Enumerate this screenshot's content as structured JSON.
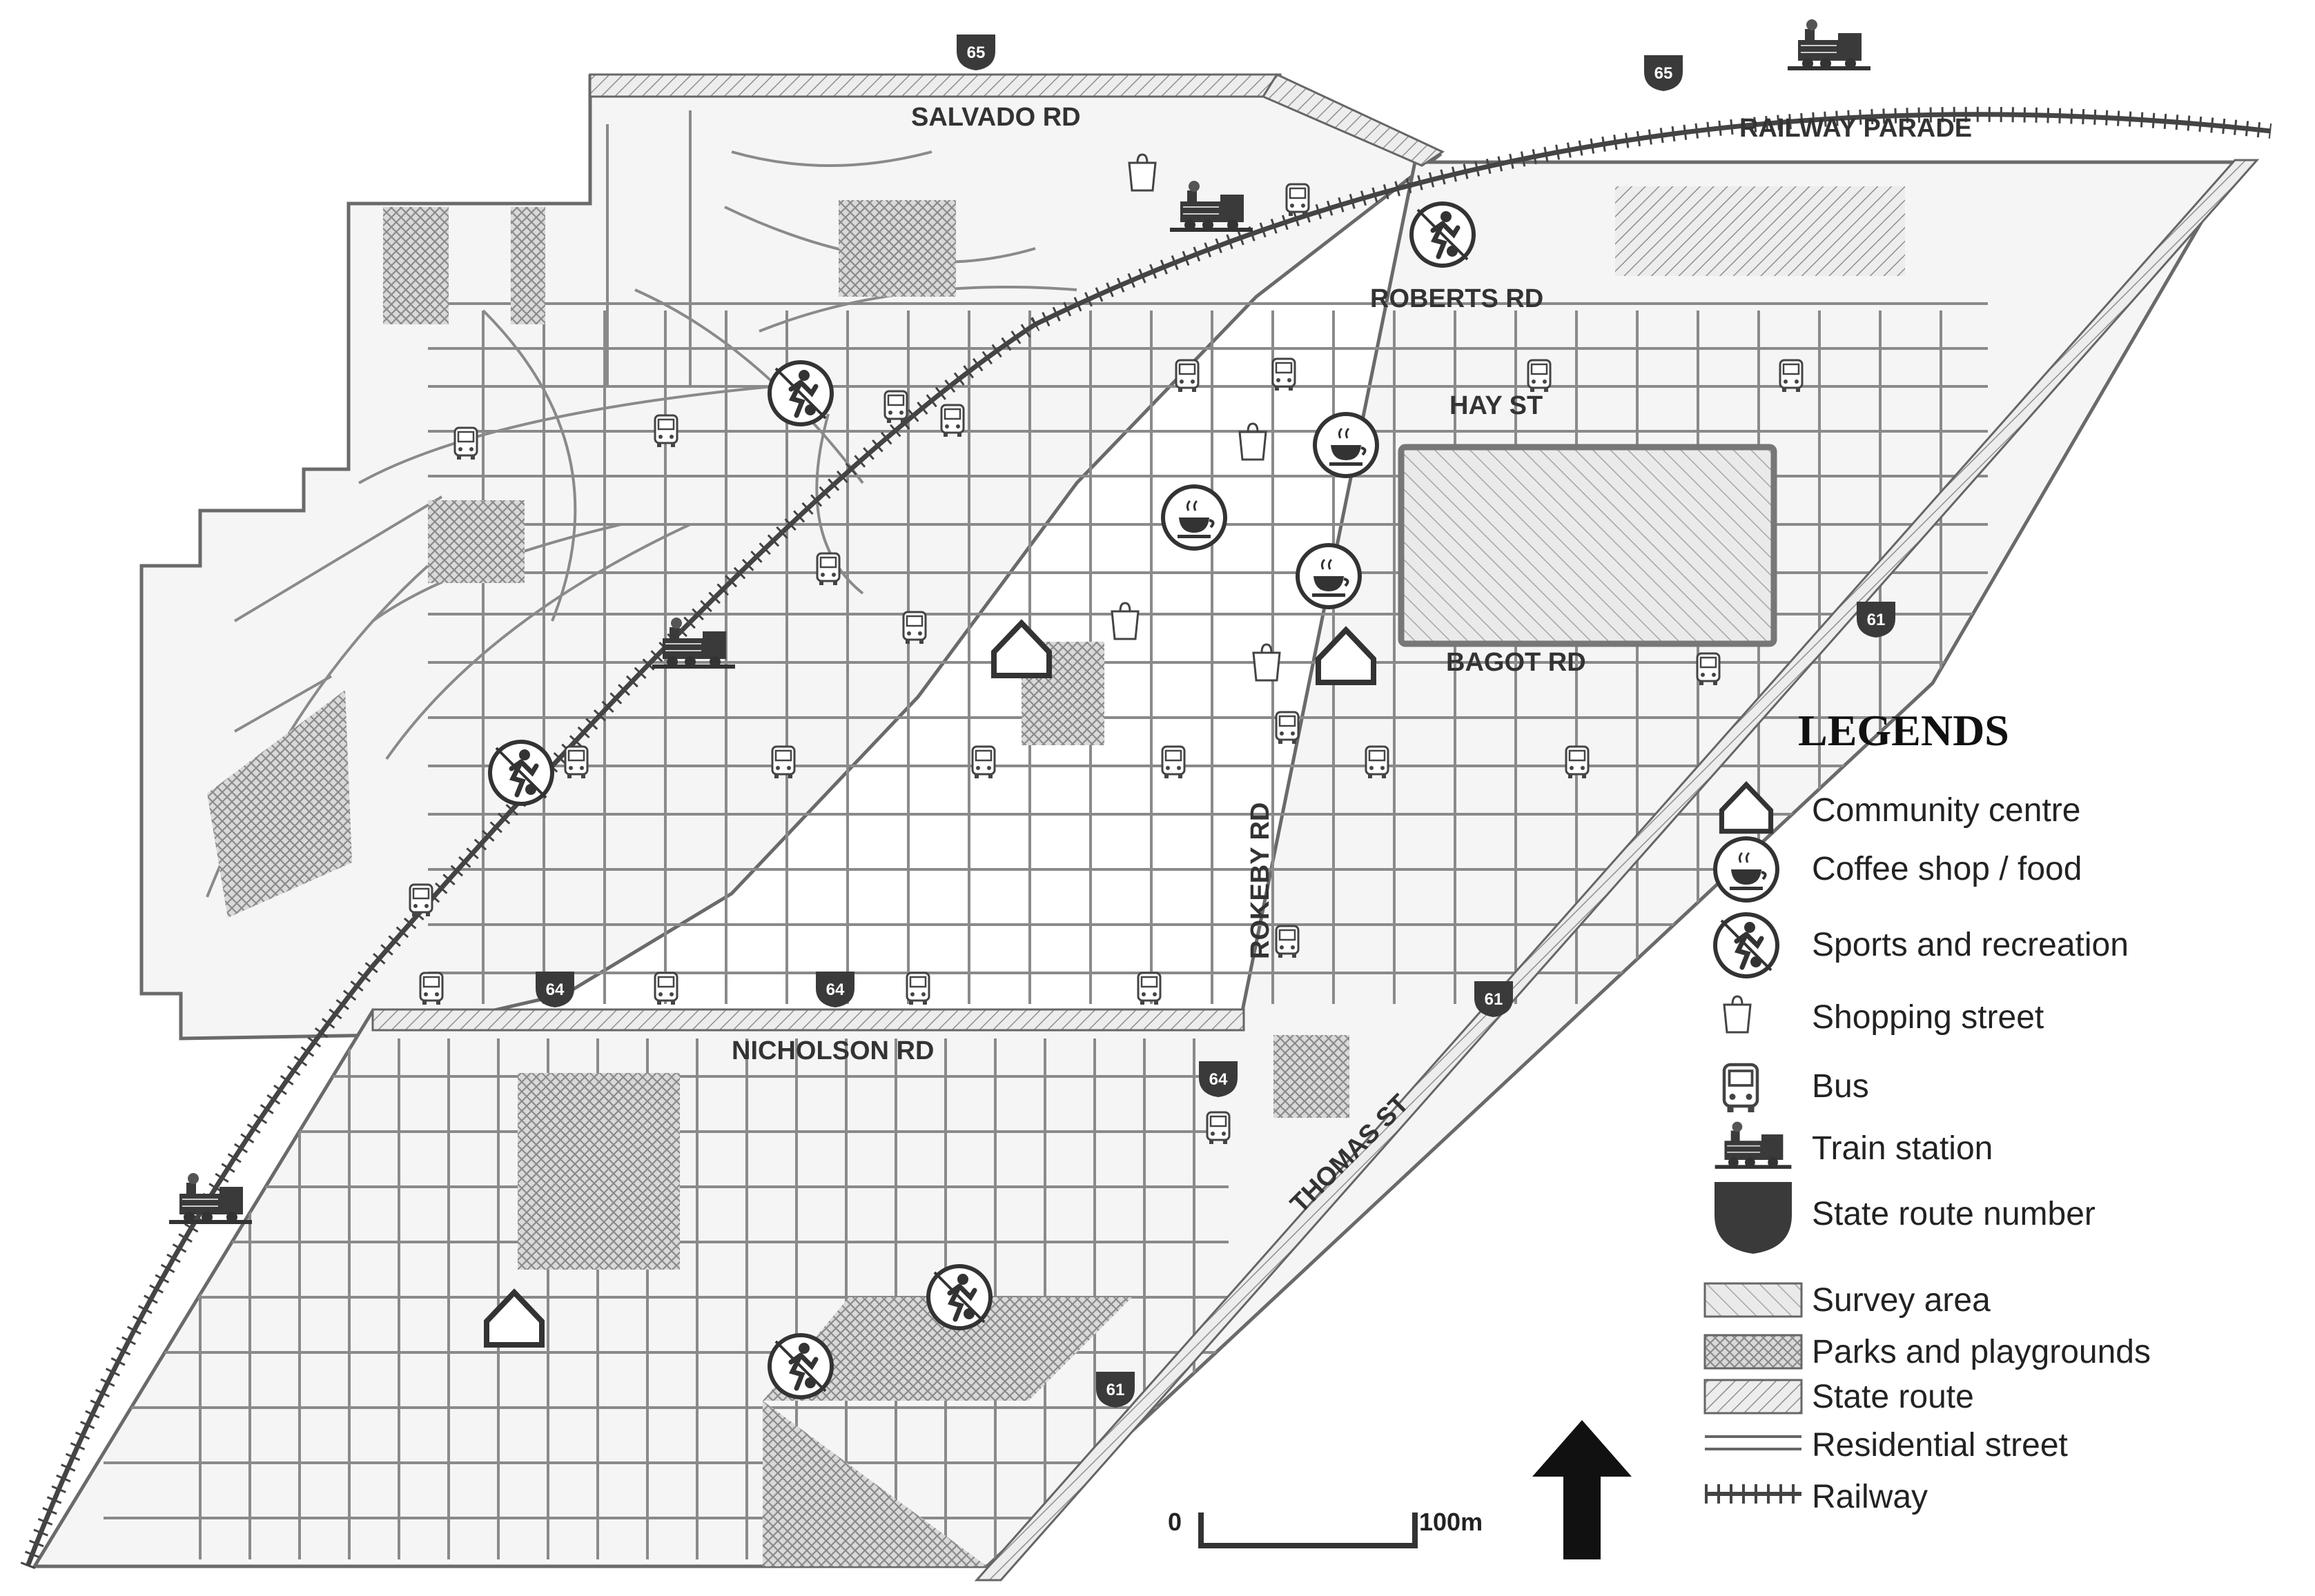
{
  "roads": {
    "salvado": "SALVADO RD",
    "railway_parade": "RAILWAY PARADE",
    "roberts": "ROBERTS RD",
    "hay": "HAY ST",
    "bagot": "BAGOT RD",
    "rokeby": "ROKEBY RD",
    "nicholson": "NICHOLSON RD",
    "thomas": "THOMAS ST"
  },
  "route_numbers": {
    "r65": "65",
    "r64": "64",
    "r61": "61"
  },
  "legend": {
    "title": "LEGENDS",
    "items": [
      {
        "label": "Community centre",
        "icon": "community-centre-icon"
      },
      {
        "label": "Coffee shop / food",
        "icon": "coffee-icon"
      },
      {
        "label": "Sports and recreation",
        "icon": "sports-icon"
      },
      {
        "label": "Shopping street",
        "icon": "shopping-bag-icon"
      },
      {
        "label": "Bus",
        "icon": "bus-icon"
      },
      {
        "label": "Train station",
        "icon": "train-icon"
      },
      {
        "label": "State route number",
        "icon": "route-shield-icon"
      },
      {
        "label": "Survey area",
        "icon": "survey-area-swatch"
      },
      {
        "label": "Parks and playgrounds",
        "icon": "park-swatch"
      },
      {
        "label": "State route",
        "icon": "state-route-swatch"
      },
      {
        "label": "Residential street",
        "icon": "residential-street-swatch"
      },
      {
        "label": "Railway",
        "icon": "railway-swatch"
      }
    ]
  },
  "scale": {
    "start": "0",
    "end": "100m"
  },
  "colors": {
    "street": "#888888",
    "shield": "#3a3a3a",
    "survey_border": "#777777",
    "park": "#999999"
  }
}
